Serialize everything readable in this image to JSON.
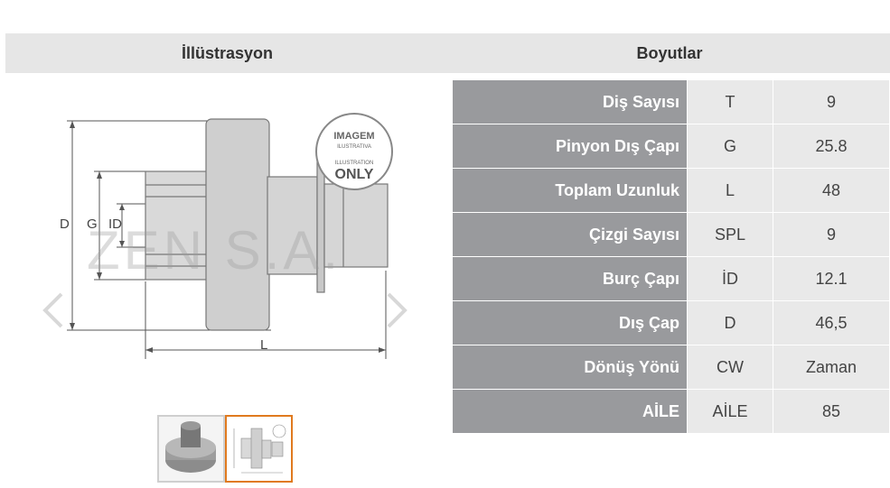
{
  "headers": {
    "illustration": "İllüstrasyon",
    "dimensions": "Boyutlar"
  },
  "drawing": {
    "labels": {
      "d": "D",
      "g": "G",
      "id": "ID",
      "l": "L"
    },
    "watermark": "ZEN S.A.",
    "stamp": {
      "line1": "IMAGEM",
      "line2": "ILUSTRATIVA",
      "line3": "ILLUSTRATION",
      "line4": "ONLY"
    }
  },
  "specs": [
    {
      "label": "Diş Sayısı",
      "code": "T",
      "value": "9"
    },
    {
      "label": "Pinyon Dış Çapı",
      "code": "G",
      "value": "25.8"
    },
    {
      "label": "Toplam Uzunluk",
      "code": "L",
      "value": "48"
    },
    {
      "label": "Çizgi Sayısı",
      "code": "SPL",
      "value": "9"
    },
    {
      "label": "Burç Çapı",
      "code": "İD",
      "value": "12.1"
    },
    {
      "label": "Dış Çap",
      "code": "D",
      "value": "46,5"
    },
    {
      "label": "Dönüş Yönü",
      "code": "CW",
      "value": "Zaman"
    },
    {
      "label": "AİLE",
      "code": "AİLE",
      "value": "85"
    }
  ],
  "thumbnails": [
    {
      "name": "photo",
      "active": false
    },
    {
      "name": "drawing",
      "active": true
    }
  ],
  "colors": {
    "label_bg": "#999a9d",
    "cell_bg": "#e9e9e9",
    "header_bg": "#e6e6e6",
    "active_thumb": "#e07a1f"
  }
}
